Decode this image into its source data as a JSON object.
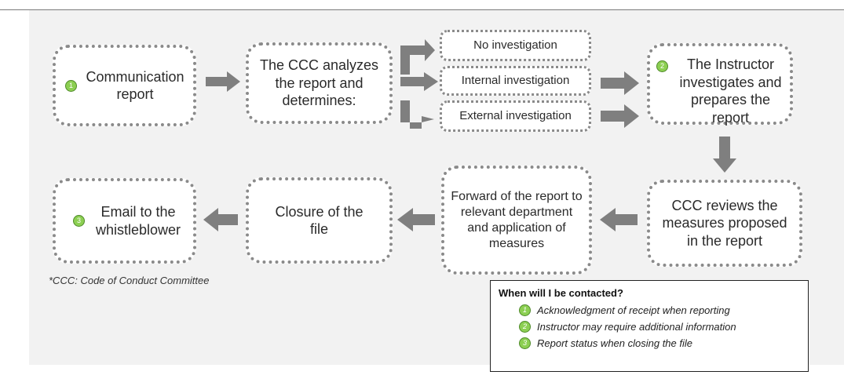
{
  "flow": {
    "communication_report": {
      "num": "1",
      "text": "Communication report"
    },
    "ccc_analyzes": {
      "text": "The CCC analyzes the report and determines:"
    },
    "no_investigation": {
      "text": "No investigation"
    },
    "internal_investigation": {
      "text": "Internal investigation"
    },
    "external_investigation": {
      "text": "External investigation"
    },
    "instructor_investigates": {
      "num": "2",
      "text": "The Instructor investigates and prepares the report"
    },
    "ccc_reviews": {
      "text": "CCC reviews the measures proposed in the report"
    },
    "forward_report": {
      "text": "Forward of the report to relevant department and application of measures"
    },
    "closure": {
      "text": "Closure of the file"
    },
    "email_whistleblower": {
      "num": "3",
      "text": "Email to the whistleblower"
    }
  },
  "footnote": "*CCC: Code of Conduct Committee",
  "legend": {
    "title": "When will I be contacted?",
    "items": [
      {
        "num": "1",
        "text": "Acknowledgment of receipt when reporting"
      },
      {
        "num": "2",
        "text": "Instructor may require additional information"
      },
      {
        "num": "3",
        "text": "Report status when closing the file"
      }
    ]
  },
  "colors": {
    "panel": "#f2f2f2",
    "box_border": "#8a8a8a",
    "arrow": "#7f7f7f",
    "step_badge": "#8ccf52"
  }
}
